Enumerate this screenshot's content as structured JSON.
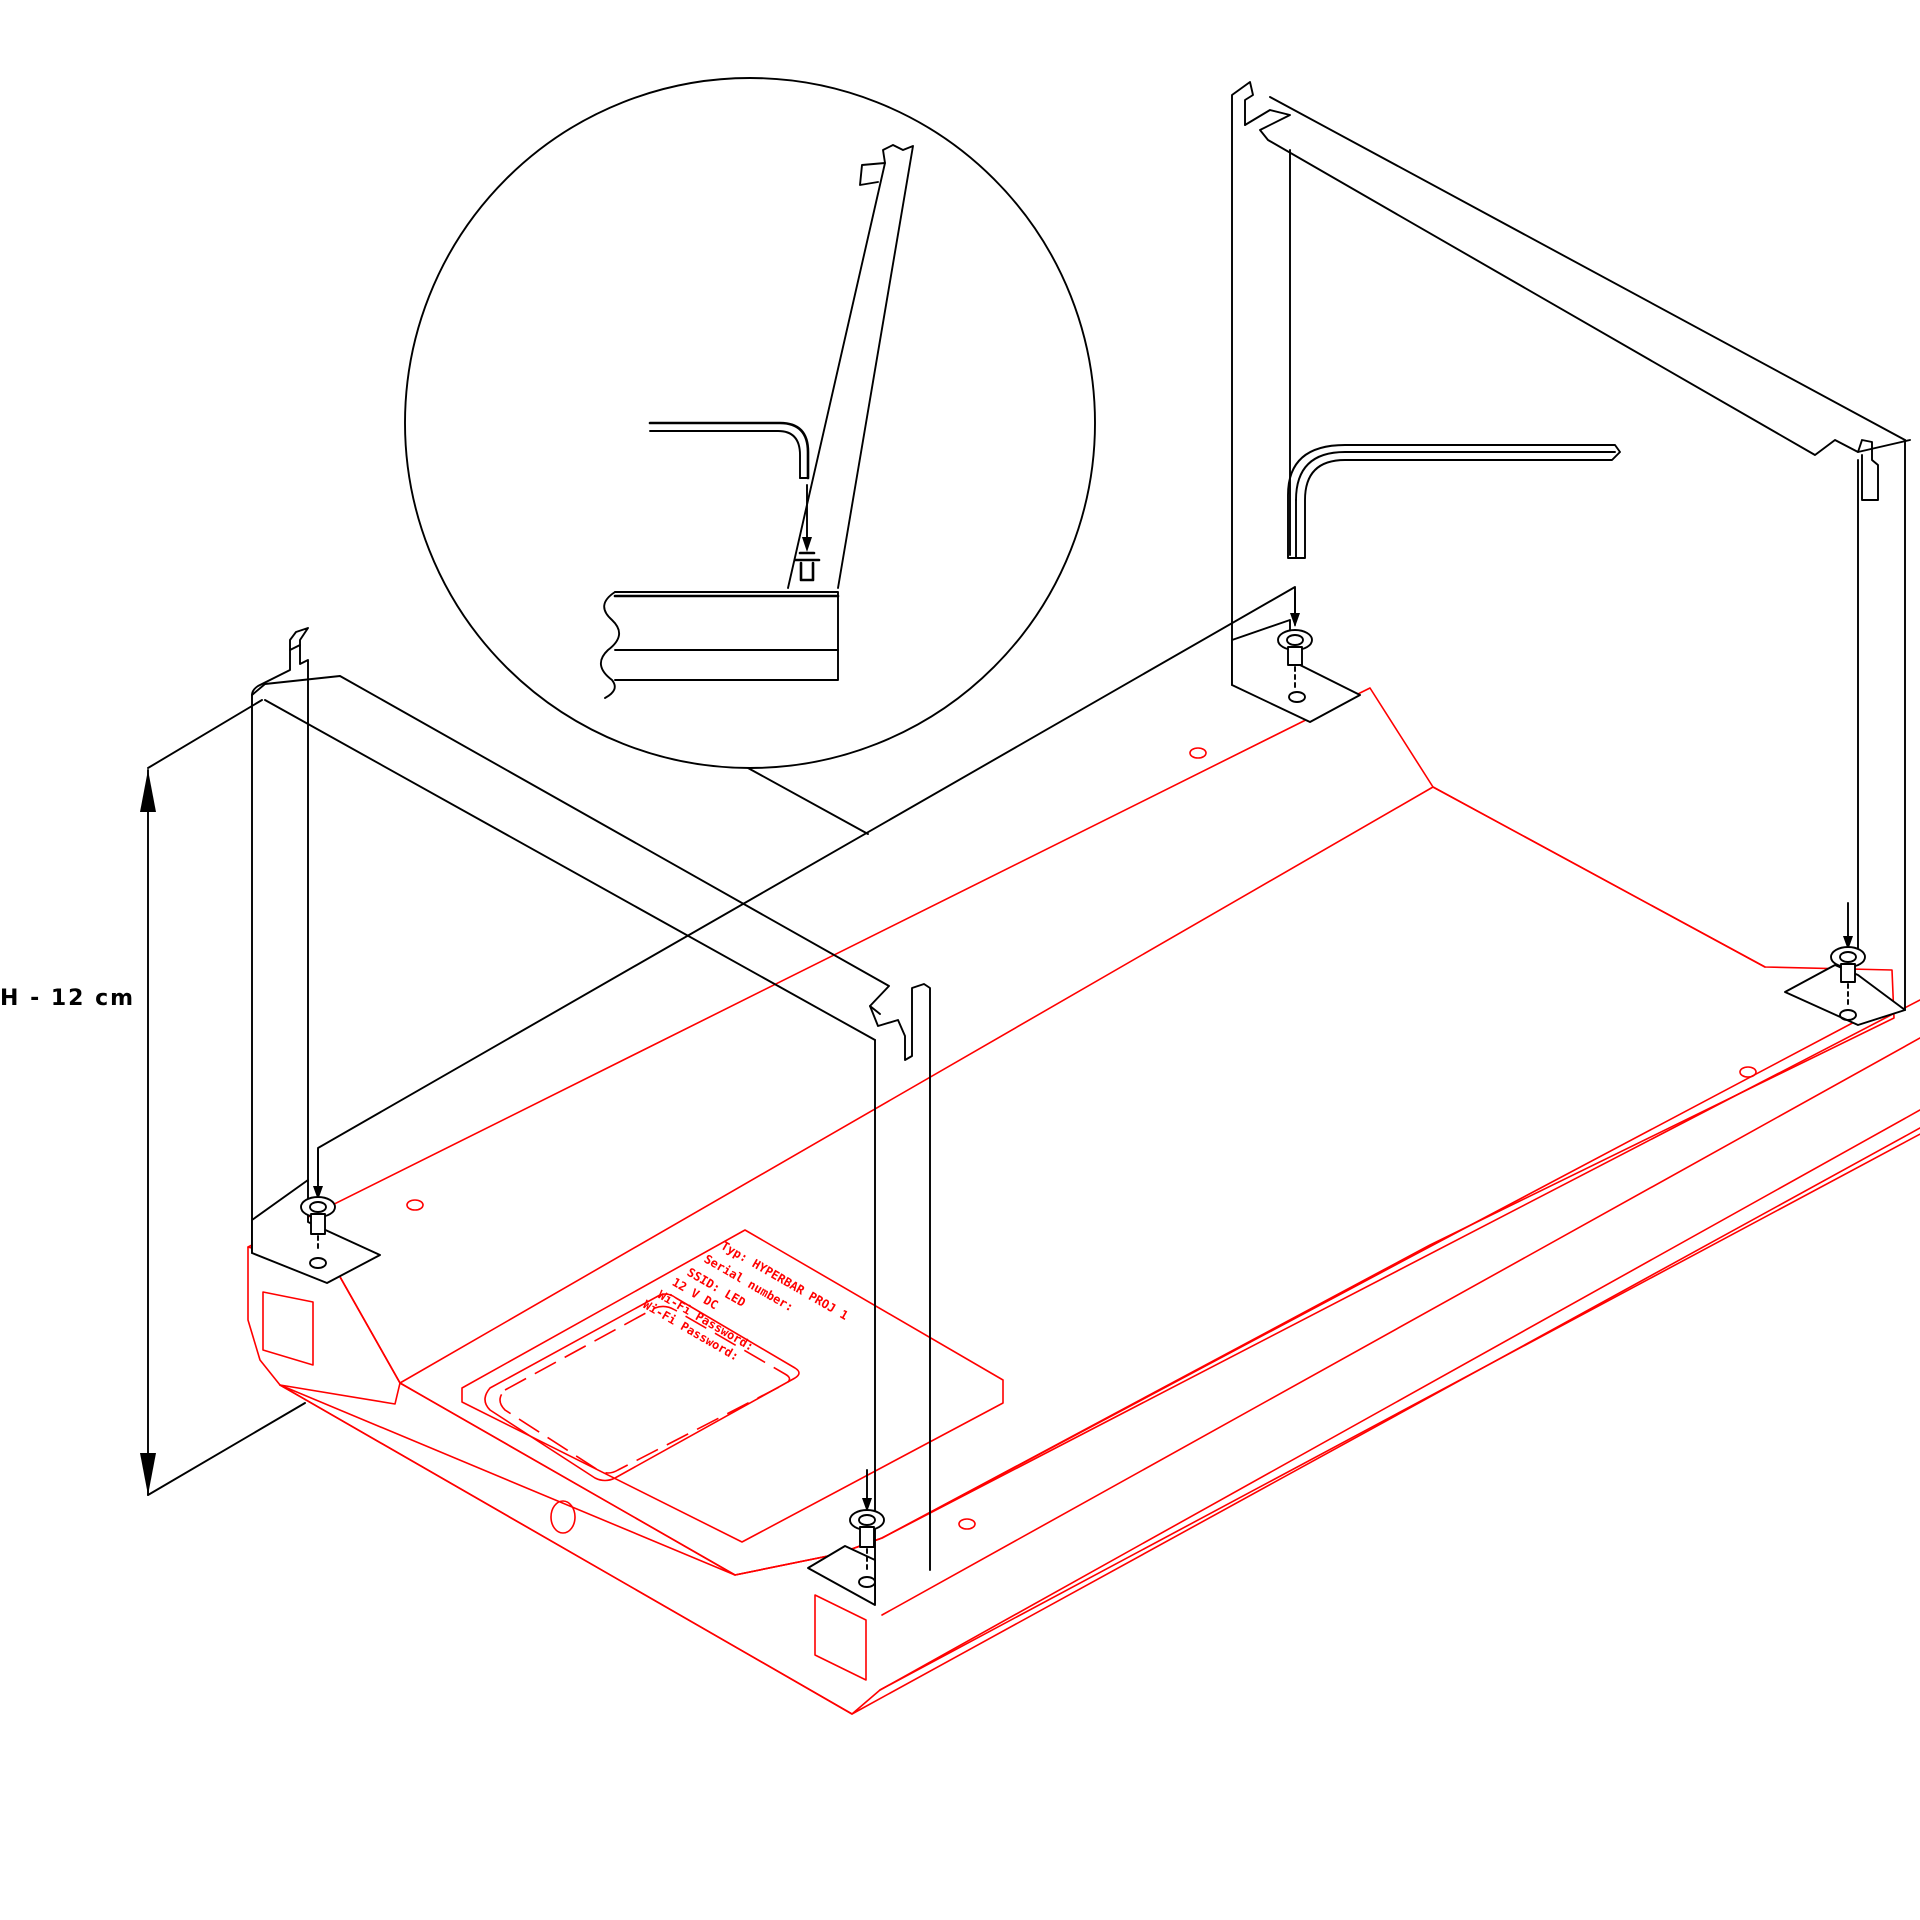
{
  "dimension": {
    "label": "H - 12 cm"
  },
  "rating_plate": {
    "lines": [
      "Typ: HYPERBAR PROJ 1",
      "Serial number:",
      "SSID: LED",
      "12 V DC",
      "Wi-Fi Password:",
      "Wi-Fi Password:"
    ]
  },
  "colors": {
    "bracket_lines": "#000000",
    "base_lines": "#ff0000",
    "background": "#ffffff"
  }
}
